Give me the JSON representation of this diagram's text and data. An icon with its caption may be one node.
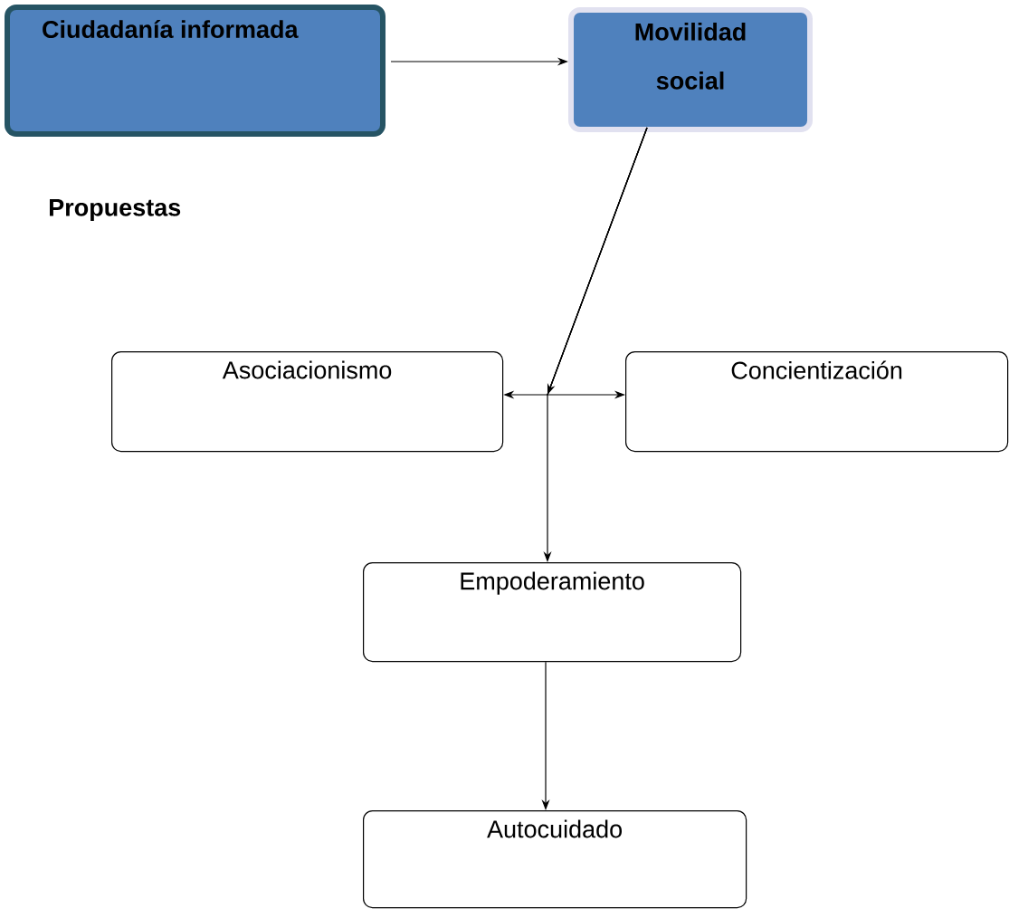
{
  "diagram": {
    "nodes": [
      {
        "text": [
          "Ciudadanía informada"
        ]
      },
      {
        "text": [
          "Movilidad social"
        ]
      },
      {
        "text": [
          "Asociacionismo"
        ]
      },
      {
        "text": [
          "Concientización"
        ]
      },
      {
        "text": [
          "Empoderamiento"
        ]
      },
      {
        "text": [
          "Autocuidado"
        ]
      }
    ],
    "edges": [
      {
        "from": 0,
        "to": 1,
        "arrow": "to"
      },
      {
        "from": 1,
        "to": 2,
        "arrow": "to"
      },
      {
        "from": 1,
        "to": 3,
        "arrow": "to"
      },
      {
        "from": 1,
        "to": 4,
        "arrow": "to"
      },
      {
        "from": 4,
        "to": 5,
        "arrow": "to"
      }
    ],
    "labels": [
      "Propuestas"
    ]
  }
}
